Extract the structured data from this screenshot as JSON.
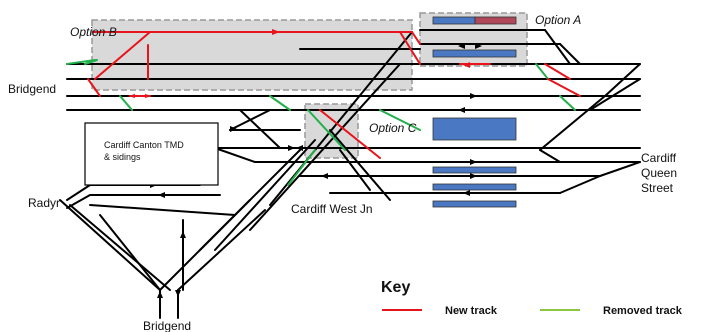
{
  "labels": {
    "bridgend_west": "Bridgend",
    "radyr": "Radyr",
    "bridgend_south": "Bridgend",
    "cardiff_west_jn": "Cardiff West Jn",
    "cardiff_qs_line1": "Cardiff",
    "cardiff_qs_line2": "Queen",
    "cardiff_qs_line3": "Street",
    "depot_line1": "Cardiff Canton TMD",
    "depot_line2": "& sidings"
  },
  "options": {
    "a": "Option A",
    "b": "Option B",
    "c": "Option C"
  },
  "key": {
    "title": "Key",
    "new_track": "New track",
    "removed_track": "Removed track"
  },
  "colors": {
    "existing_track": "#000000",
    "new_track": "#e8141b",
    "removed_track": "#22b04b",
    "key_removed_line": "#8dc63f",
    "option_area": "#d9d9d9",
    "platform_blue": "#4a78c2",
    "platform_red": "#b0485a"
  }
}
